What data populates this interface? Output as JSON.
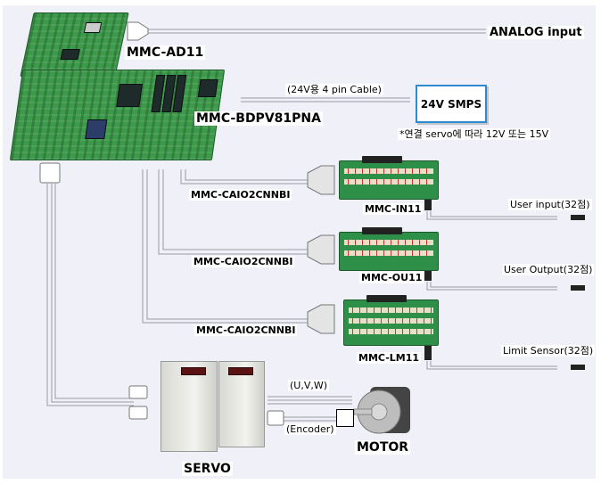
{
  "diagram": {
    "type": "system-wiring",
    "colors": {
      "background": "#f0f0f8",
      "frame": "#ffffff",
      "smps_border": "#2f8bd0",
      "cable": "#9a9aa6"
    },
    "components": {
      "analog_board": {
        "label": "MMC-AD11"
      },
      "main_board": {
        "label": "MMC-BDPV81PNA"
      },
      "analog_input": {
        "label": "ANALOG input"
      },
      "power_cable": {
        "label": "(24V용 4 pin Cable)"
      },
      "smps": {
        "label": "24V SMPS",
        "note": "*연결 servo에 따라 12V 또는 15V"
      },
      "cables": [
        {
          "label": "MMC-CAIO2CNNBI"
        },
        {
          "label": "MMC-CAIO2CNNBI"
        },
        {
          "label": "MMC-CAIO2CNNBI"
        }
      ],
      "terminal_boards": [
        {
          "label": "MMC-IN11",
          "io_label": "User input(32점)"
        },
        {
          "label": "MMC-OU11",
          "io_label": "User Output(32점)"
        },
        {
          "label": "MMC-LM11",
          "io_label": "Limit Sensor(32점)"
        }
      ],
      "servo": {
        "label": "SERVO",
        "power_label": "(U,V,W)",
        "encoder_label": "(Encoder)"
      },
      "motor": {
        "label": "MOTOR"
      }
    }
  }
}
